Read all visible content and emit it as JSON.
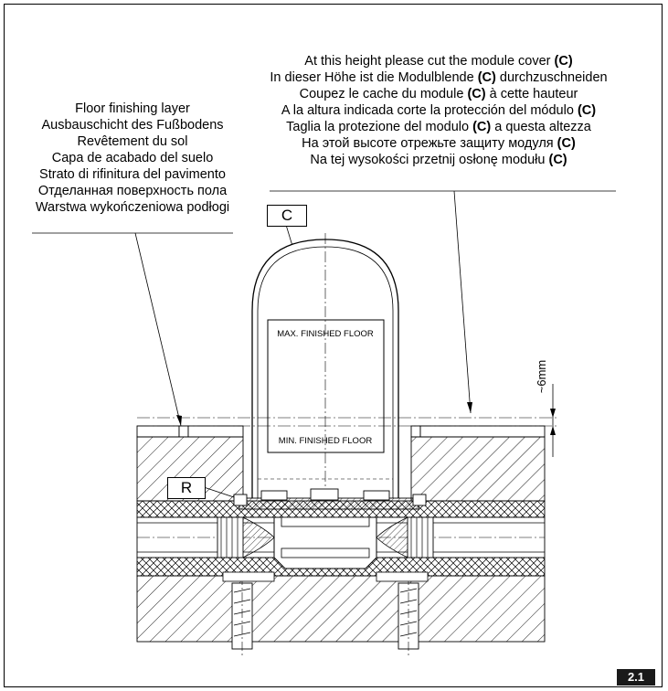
{
  "left_label": {
    "lines": [
      "Floor finishing layer",
      "Ausbauschicht des Fußbodens",
      "Revêtement du sol",
      "Capa de acabado del suelo",
      "Strato di rifinitura del pavimento",
      "Отделанная поверхность пола",
      "Warstwa wykończeniowa podłogi"
    ]
  },
  "right_label": {
    "lines": [
      {
        "pre": "At this height please cut the module cover ",
        "bold": "(C)",
        "post": ""
      },
      {
        "pre": "In dieser Höhe ist die Modulblende ",
        "bold": "(C)",
        "post": " durchzuschneiden"
      },
      {
        "pre": "Coupez le cache du module ",
        "bold": "(C)",
        "post": " à cette hauteur"
      },
      {
        "pre": "A la altura indicada corte la protección del módulo ",
        "bold": "(C)",
        "post": ""
      },
      {
        "pre": "Taglia la protezione del modulo ",
        "bold": "(C)",
        "post": " a questa altezza"
      },
      {
        "pre": "На этой высоте отрежьте защиту модуля ",
        "bold": "(C)",
        "post": ""
      },
      {
        "pre": "Na tej wysokości przetnij osłonę modułu ",
        "bold": "(C)",
        "post": ""
      }
    ]
  },
  "tags": {
    "c": "C",
    "r": "R"
  },
  "module": {
    "max_floor": "MAX. FINISHED FLOOR",
    "min_floor": "MIN. FINISHED FLOOR"
  },
  "dimension": "~6mm",
  "figure_number": "2.1"
}
